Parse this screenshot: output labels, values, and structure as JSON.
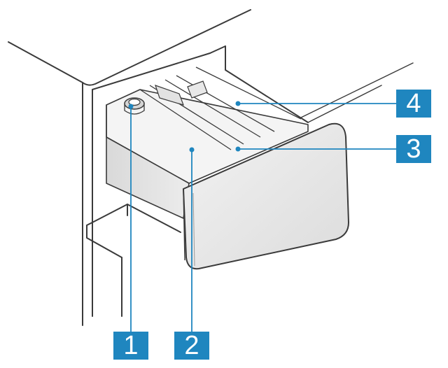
{
  "callouts": [
    {
      "label": "1"
    },
    {
      "label": "2"
    },
    {
      "label": "3"
    },
    {
      "label": "4"
    }
  ],
  "colors": {
    "callout_background": "#1f86bf",
    "callout_text": "#ffffff",
    "line_art": "#3a3a3a",
    "drawer_shading": "#e6e6e6"
  }
}
